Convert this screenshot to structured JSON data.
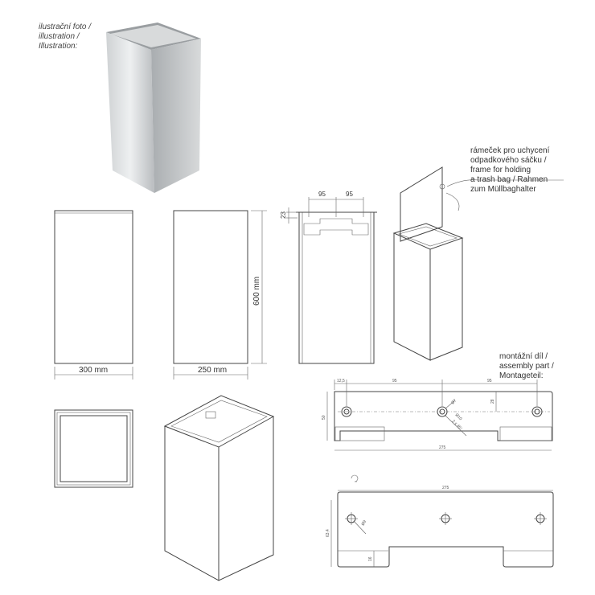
{
  "photo_caption": [
    "ilustrační foto /",
    "illustration /",
    "Illustration:"
  ],
  "front_view": {
    "width_label": "300 mm"
  },
  "side_view": {
    "width_label": "250 mm",
    "height_label": "600 mm"
  },
  "back_view": {
    "dim_left": "95",
    "dim_right": "95",
    "dim_top": "23"
  },
  "frame_callout": [
    "rámeček pro uchycení",
    "odpadkového sáčku /",
    "frame for holding",
    "a trash bag / Rahmen",
    "zum Müllbaghalter"
  ],
  "assembly_caption": [
    "montážní díl /",
    "assembly part /",
    "Montageteil:"
  ],
  "plate_top": {
    "dim_edge": "12,5",
    "dim_left": "95",
    "dim_right": "95",
    "dim_height": "50",
    "dim_hole_offset": "28",
    "dim_length": "275",
    "hole_inner": "Ø7",
    "hole_outer": "Ø10",
    "chamfer": "2 x 45°"
  },
  "plate_bottom": {
    "dim_length": "275",
    "dim_height": "63,4",
    "hole": "Ø9",
    "dim_tab": "16"
  }
}
